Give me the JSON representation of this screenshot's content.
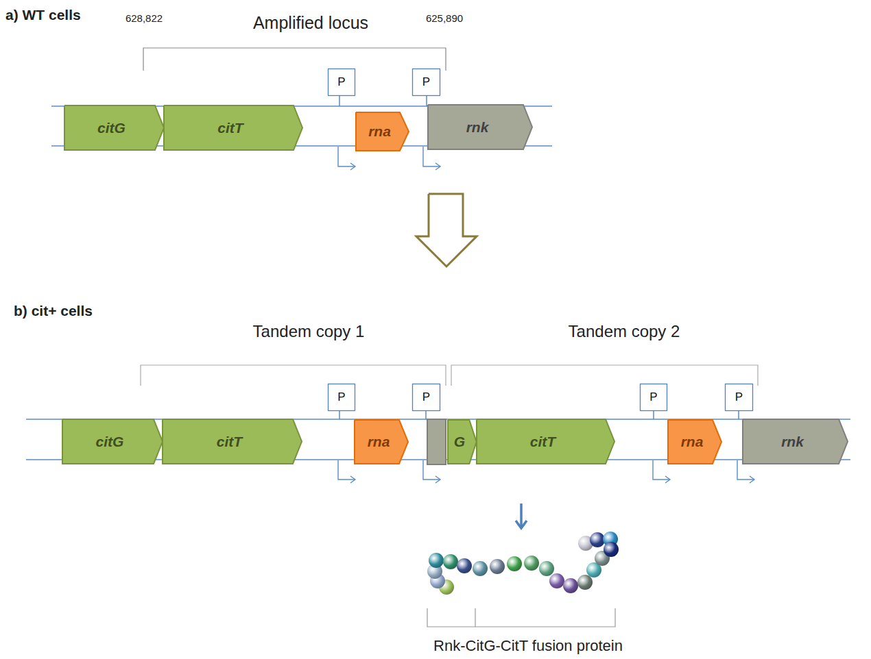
{
  "diagram": {
    "nodes": [
      {
        "text": [
          "P"
        ]
      },
      {
        "text": [
          "P"
        ]
      },
      {
        "text": [
          "citG"
        ]
      },
      {
        "text": [
          "citT"
        ]
      },
      {
        "text": [
          "rna"
        ]
      },
      {
        "text": [
          "rnk"
        ]
      },
      {
        "text": [
          "P"
        ]
      },
      {
        "text": [
          "P"
        ]
      },
      {
        "text": [
          "P"
        ]
      },
      {
        "text": [
          "P"
        ]
      },
      {
        "text": [
          "citG"
        ]
      },
      {
        "text": [
          "citT"
        ]
      },
      {
        "text": [
          "rna"
        ]
      },
      {
        "text": [
          "G"
        ]
      },
      {
        "text": [
          "citT"
        ]
      },
      {
        "text": [
          "rna"
        ]
      },
      {
        "text": [
          "rnk"
        ]
      }
    ],
    "labels": [
      "a) WT cells",
      "628,822",
      "Amplified locus",
      "625,890",
      "b) cit+ cells",
      "Tandem copy 1",
      "Tandem copy 2",
      "Rnk-CitG-CitT fusion protein"
    ]
  }
}
